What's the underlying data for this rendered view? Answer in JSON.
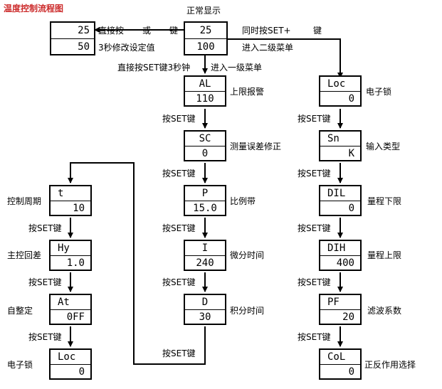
{
  "title": "温度控制流程图",
  "labels": {
    "normal_display": "正常显示",
    "direct_press": "直接按",
    "or": "或",
    "key": "键",
    "modify_hint": "3秒修改设定值",
    "simul_press": "同时按SET+",
    "simul_key": "键",
    "enter_level2": "进入二级菜单",
    "direct_set_3s": "直接按SET键3秒钟",
    "enter_level1": "进入一级菜单",
    "press_set": "按SET键",
    "al": "上限报警",
    "sc": "测量误差修正",
    "p": "比例带",
    "i": "微分时间",
    "d": "积分时间",
    "t": "控制周期",
    "hy": "主控回差",
    "at": "自整定",
    "loc_left": "电子锁",
    "loc_right": "电子锁",
    "sn": "输入类型",
    "dil": "量程下限",
    "dih": "量程上限",
    "pf": "滤波系数",
    "col": "正反作用选择"
  },
  "boxes": {
    "setpoint": {
      "top": "25",
      "bottom": "50"
    },
    "normal": {
      "top": "25",
      "bottom": "100"
    },
    "al": {
      "top": "AL",
      "bottom": "110"
    },
    "sc": {
      "top": "SC",
      "bottom": "0"
    },
    "p": {
      "top": "P",
      "bottom": "15.0"
    },
    "i": {
      "top": "I",
      "bottom": "240"
    },
    "d": {
      "top": "D",
      "bottom": "30"
    },
    "t": {
      "top": "t",
      "bottom": "10"
    },
    "hy": {
      "top": "Hy",
      "bottom": "1.0"
    },
    "at": {
      "top": "At",
      "bottom": "0FF"
    },
    "loc_left": {
      "top": "Loc",
      "bottom": "0"
    },
    "loc_right": {
      "top": "Loc",
      "bottom": "0"
    },
    "sn": {
      "top": "Sn",
      "bottom": "K"
    },
    "dil": {
      "top": "DIL",
      "bottom": "0"
    },
    "dih": {
      "top": "DIH",
      "bottom": "400"
    },
    "pf": {
      "top": "PF",
      "bottom": "20"
    },
    "col": {
      "top": "CoL",
      "bottom": "0"
    }
  }
}
